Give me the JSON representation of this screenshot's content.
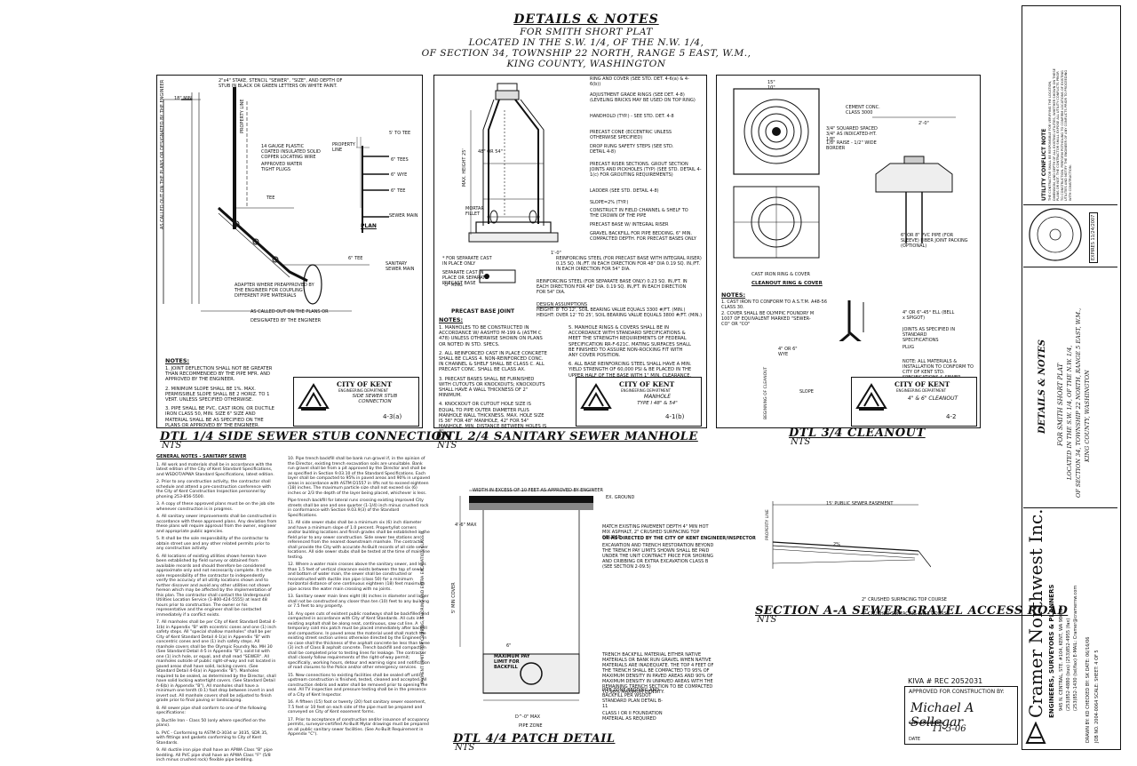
{
  "header": {
    "title": "DETAILS & NOTES",
    "line1": "FOR SMITH SHORT PLAT",
    "line2": "LOCATED IN THE S.W. 1/4, OF THE N.W. 1/4,",
    "line3": "OF SECTION 34, TOWNSHIP 22 NORTH, RANGE 5 EAST, W.M.,",
    "line4": "KING COUNTY, WASHINGTON"
  },
  "detail1": {
    "title": "DTL 1/4 SIDE SEWER STUB CONNECTION",
    "nts": "NTS",
    "labels": {
      "stake": "2\"x4\" STAKE, STENCIL \"SEWER\", \"SIZE\", AND DEPTH OF STUB IN BLACK OR GREEN LETTERS ON WHITE PAINT.",
      "min": "18\" MIN.",
      "called": "AS CALLED OUT ON THE PLANS OR DESIGNATED BY THE ENGINEER",
      "property_line": "PROPERTY LINE",
      "tee_5": "5' TO TEE",
      "wire": "14 GAUGE PLASTIC COATED INSULATED SOLID COPPER LOCATING WIRE",
      "fittings": "APPROVED WATER TIGHT PLUGS",
      "tees": "6\" TEES",
      "wye": "6\" WYE",
      "tee6": "6\" TEE",
      "tee": "TEE",
      "sewer_main": "SEWER MAIN",
      "plan": "PLAN",
      "tee_6b": "6\" TEE",
      "sanitary": "SANITARY SEWER MAIN",
      "adapter": "ADAPTER WHERE PREAPPROVED BY THE ENGINEER FOR COUPLING DIFFERENT PIPE MATERIALS",
      "bottom1": "AS CALLED OUT ON THE PLANS OR",
      "bottom2": "DESIGNATED BY THE ENGINEER"
    },
    "notes_title": "NOTES:",
    "notes": [
      "1. JOINT DEFLECTION SHALL NOT BE GREATER THAN RECOMMENDED BY THE PIPE MFR. AND APPROVED BY THE ENGINEER.",
      "2. MINIMUM SLOPE SHALL BE 1%. MAX. PERMISSIBLE SLOPE SHALL BE 2 HORIZ. TO 1 VERT. UNLESS SPECIFIED OTHERWISE.",
      "3. PIPE SHALL BE PVC, CAST IRON, OR DUCTILE IRON CLASS 50, MIN. SIZE 6\" SIZE AND MATERIAL SHALL BE AS SPECIFIED ON THE PLANS OR APPROVED BY THE ENGINEER."
    ],
    "titleblock": {
      "city": "CITY OF KENT",
      "dept": "ENGINEERING DEPARTMENT",
      "name": "SIDE SEWER STUB CONNECTION",
      "number": "4-3(a)"
    }
  },
  "detail2": {
    "title": "DTL 2/4 SANITARY SEWER MANHOLE",
    "nts": "NTS",
    "labels": {
      "ring": "RING AND COVER (SEE STD. DET. 4-6(a) & 4-6(b))",
      "adjust": "ADJUSTMENT GRADE RINGS (SEE DET. 4-8) (LEVELING BRICKS MAY BE USED ON TOP RING)",
      "handhold": "HANDHOLD (TYP.) - SEE STD. DET. 4-8",
      "cone": "PRECAST CONE (ECCENTRIC UNLESS OTHERWISE SPECIFIED)",
      "steps": "DROP RUNG SAFETY STEPS (SEE STD. DETAIL 4-8)",
      "riser": "PRECAST RISER SECTIONS. GROUT SECTION JOINTS AND PICKHOLES (TYP) (SEE STD. DETAIL 4-1(c) FOR GROUTING REQUIREMENTS)",
      "ladder": "LADDER (SEE STD. DETAIL 4-8)",
      "slope": "SLOPE=2% (TYP.)",
      "channel": "CONSTRUCT IN FIELD CHANNEL & SHELF TO THE CROWN OF THE PIPE",
      "base": "PRECAST BASE W/ INTEGRAL RISER",
      "gravel": "GRAVEL BACKFILL FOR PIPE BEDDING, 6\" MIN. COMPACTED DEPTH. FOR PRECAST BASES ONLY",
      "dim_48": "48\" OR 54\"",
      "mortar": "MORTAR FILLET",
      "dim_1": "1'-0\"",
      "maxd": "MAX. HEIGHT 25'",
      "reinf1": "REINFORCING STEEL (FOR PRECAST BASE WITH INTEGRAL RISER) 0.15 SQ. IN./FT. IN EACH DIRECTION FOR 48\" DIA 0.19 SQ. IN./FT. IN EACH DIRECTION FOR 54\" DIA.",
      "cast": "* FOR SEPARATE CAST IN PLACE ONLY",
      "sep": "SEPARATE CAST IN PLACE OR SEPARATE PRECAST BASE",
      "oring": "\"O\" RING",
      "reinf2": "REINFORCING STEEL (FOR SEPARATE BASE ONLY) 0.23 SQ. IN./FT. IN EACH DIRECTION FOR 48\" DIA. 0.19 SQ. IN./FT. IN EACH DIRECTION FOR 54\" DIA.",
      "pbase": "PRECAST BASE JOINT",
      "design": "DESIGN ASSUMPTIONS",
      "h1": "HEIGHT: 8' TO 12', SOIL BEARING VALUE EQUALS 3300 #/FT. (MIN.)",
      "h2": "HEIGHT: OVER 12' TO 25', SOIL BEARING VALUE EQUALS 3800 #/FT. (MIN.)"
    },
    "notes_title": "NOTES:",
    "notes_left": [
      "1. MANHOLES TO BE CONSTRUCTED IN ACCORDANCE W/ AASHTO M-199 & (ASTM C 478) UNLESS OTHERWISE SHOWN ON PLANS OR NOTED IN STD. SPECS.",
      "2. ALL REINFORCED CAST IN PLACE CONCRETE SHALL BE CLASS 4. NON-REINFORCED CONC. IN CHANNEL & SHELF SHALL BE CLASS C. ALL PRECAST CONC. SHALL BE CLASS AX.",
      "3. PRECAST BASES SHALL BE FURNISHED WITH CUTOUTS OR KNOCKOUTS; KNOCKOUTS SHALL HAVE A WALL THICKNESS OF 2\" MINIMUM.",
      "4. KNOCKOUT OR CUTOUT HOLE SIZE IS EQUAL TO PIPE OUTER DIAMETER PLUS MANHOLE WALL THICKNESS. MAX. HOLE SIZE IS 36\" FOR 48\" MANHOLE, 42\" FOR 54\" MANHOLE. MIN. DISTANCE BETWEEN HOLES IS 8\"."
    ],
    "notes_right": [
      "5. MANHOLE RINGS & COVERS SHALL BE IN ACCORDANCE WITH STANDARD SPECIFICATIONS & MEET THE STRENGTH REQUIREMENTS OF FEDERAL SPECIFICATION RR-F-621C. MATING SURFACES SHALL BE FINISHED TO ASSURE NON-ROCKING FIT WITH ANY COVER POSITION.",
      "6. ALL BASE REINFORCING STEEL SHALL HAVE A MIN. YIELD STRENGTH OF 60,000 PSI & BE PLACED IN THE UPPER HALF OF THE BASE WITH 1\" MIN. CLEARANCE."
    ],
    "titleblock": {
      "city": "CITY OF KENT",
      "dept": "ENGINEERING DEPARTMENT",
      "name": "MANHOLE",
      "sub": "TYPE I 48\" & 54\"",
      "number": "4-1(b)"
    }
  },
  "detail3": {
    "title": "DTL 3/4 CLEANOUT",
    "nts": "NTS",
    "labels": {
      "d15": "15\"",
      "d10": "10\"",
      "cement": "CEMENT CONC. CLASS 3000",
      "rebar": "3/4\" SQUARED SPACED 3/4\" AS INDICATED-HT. 1/8\"",
      "raise": "1/8\" RAISE - 1/2\" WIDE BORDER",
      "d2": "2'-0\"",
      "pvc": "6\" OR 8\" PVC PIPE (FOR SLEEVE) FIBER JOINT PACKING (OPTIONAL)",
      "ring": "CAST IRON RING & COVER",
      "cleanout": "CLEANOUT RING & COVER",
      "note1": "1. CAST IRON TO CONFORM TO A.S.T.M. A48-56 CLASS 30.",
      "note2": "2. COVER SHALL BE OLYMPIC FOUNDRY M 1007 OF EQUIVALENT MARKED \"SEWER-CO\" OR \"CO\"",
      "elbow": "4\" OR 6\"-45° ELL (BELL x SPIGOT)",
      "joints": "JOINTS AS SPECIFIED IN STANDARD SPECIFICATIONS",
      "plug": "PLUG",
      "wye": "4\" OR 6\" WYE",
      "slope": "SLOPE",
      "beginning": "BEGINNING OF CLEANOUT",
      "note": "NOTE: ALL MATERIALS & INSTALLATION TO CONFORM TO CITY OF KENT STD. SPECIFICATIONS & SEWER CODE."
    },
    "notes_title": "NOTES:",
    "titleblock": {
      "city": "CITY OF KENT",
      "dept": "ENGINEERING DEPARTMENT",
      "name": "4\" & 6\" CLEANOUT",
      "number": "4-2"
    }
  },
  "detail4": {
    "title": "DTL 4/4 PATCH DETAIL",
    "nts": "NTS",
    "labels": {
      "width": "WIDTH IN EXCESS OF 10 FEET AS APPROVED BY ENGINEER",
      "ground": "EX. GROUND",
      "match": "MATCH EXISTING PAVEMENT DEPTH 4\" MIN HOT MIX ASPHALT, 2\" CRUSHED SURFACING TOP COURSE",
      "directed": "OR AS DIRECTED BY THE CITY OF KENT ENGINEER/INSPECTOR",
      "exc": "EXCAVATION AND TRENCH RESTORATION BEYOND THE TRENCH PAY LIMITS SHOWN SHALL BE PAID UNDER THE UNIT CONTRACT PRICE FOR SHORING AND CRIBBING OR EXTRA EXCAVATION CLASS B (SEE SECTION 2-09.5)",
      "cover": "5' MIN COVER",
      "trench": "TRENCH BACKFILL MATERIAL EITHER NATIVE MATERIALS OR BANK RUN GRAVEL WHEN NATIVE MATERIALS ARE INADEQUATE. THE TOP 4 FEET OF THE TRENCH SHALL BE COMPACTED TO 95% OF MAXIMUM DENSITY IN PAVED AREAS AND 90% OF MAXIMUM DENSITY IN UNPAVED AREAS WITH THE REMAINING TRENCH SECTION TO BE COMPACTED TO 90% MAXIMUM DENSITY.",
      "pay": "MAXIMUM PAY LIMIT FOR BACKFILL",
      "pipezone": "PIPE ZONE BEDDING AND BACKFILL PER WSDOT STANDARD PLAN DETAIL B-11",
      "class": "CLASS I OR II FOUNDATION MATERIAL AS REQUIRED",
      "od": "D^-0\" MAX",
      "pz": "PIPE ZONE",
      "side": "PAYMENT LIMITS FOR CRIBBING, SHORING AND EXTRA EXCAVATION CLASS B",
      "d6": "6\"",
      "d46": "4'-6\" MAX"
    }
  },
  "section": {
    "title": "SECTION A-A SEWER GRAVEL ACCESS ROAD",
    "nts": "NTS",
    "easement": "15' PUBLIC SEWER EASEMENT",
    "prop": "PROPERTY LINE",
    "slope": "2%",
    "top": "2\" CRUSHED SURFACING TOP COURSE",
    "base": "4\" CRUSHED SURFACING BASE COURSE"
  },
  "general_notes": {
    "title": "GENERAL NOTES - SANITARY SEWER",
    "col1": [
      "1. All work and materials shall be in accordance with the latest edition of the City of Kent Standard Specifications, and WSDOT/APWA Standard Specifications, latest edition.",
      "2. Prior to any construction activity, the contractor shall schedule and attend a pre-construction conference with the City of Kent Construction Inspection personnel by phoning 253-856-5500.",
      "3. A copy of these approved plans must be on the job site whenever construction is in progress.",
      "4. All sanitary sewer improvements shall be constructed in accordance with these approved plans. Any deviation from these plans will require approval from the owner, engineer and appropriate public agencies.",
      "5. It shall be the sole responsibility of the contractor to obtain street use and any other related permits prior to any construction activity.",
      "6. All locations of existing utilities shown hereon have been established by field survey or obtained from available records and should therefore be considered approximate only and not necessarily complete. It is the sole responsibility of the contractor to independently verify the accuracy of all utility locations shown and to further discover and avoid any other utilities not shown hereon which may be affected by the implementation of this plan. The contractor shall contact the Underground Utilities Location Service (1-800-424-5555) at least 48 hours prior to construction. The owner or his representative and the engineer shall be contacted immediately if a conflict exists.",
      "7. All manholes shall be per City of Kent Standard Detail 4-1(b) in Appendix \"B\" with eccentric cones and one (1) inch safety steps. All \"special shallow manholes\" shall be per City of Kent Standard Detail 4-1(a) in Appendix \"B\" with concentric cones and one (1) inch safety steps. All manhole covers shall be the Olympic Foundry No. MH 30 (See Standard Detail 4-5 in Appendix \"B\"), solid lid with one (1) inch hole, or equal, and shall read \"SEWER\". All manholes outside of public right-of-way and not located in paved areas shall have solid, locking covers. (See Standard Detail 4-6(a) in Appendix \"B\"). Manholes required to be sealed, as determined by the Director, shall have solid locking watertight covers. (See Standard Detail 4-6(b) in Appendix \"B\"). All manholes shall have a minimum one tenth (0.1) foot drop between invert in and invert out. All manhole covers shall be adjusted to finish grade prior to final paving or landscaping.",
      "8. All sewer pipe shall conform to one of the following specifications:",
      "a. Ductile Iron - Class 50 (only where specified on the plans).",
      "b. PVC - Conforming to ASTM D-3034 or 3035, SDR 35, with fittings and gaskets conforming to City of Kent Standards.",
      "9. All ductile iron pipe shall have an APWA Class \"B\" pipe bedding. All PVC pipe shall have an APWA Class \"F\" (5/8 inch minus crushed rock) flexible pipe bedding."
    ],
    "col2": [
      "10. Pipe trench backfill shall be bank run gravel if, in the opinion of the Director, existing trench excavation soils are unsuitable. Bank run gravel shall be from a pit approved by the Director and shall be as specified in Section 9.03.10 of the Standard Specifications. Each layer shall be compacted to 95% in paved areas and 90% in unpaved areas in accordance with ASTM D1557 in lifts not to exceed eighteen (18) inches. The maximum particle size shall not exceed six (6) inches or 2/3 the depth of the layer being placed, whichever is less.",
      "Pipe trench backfill for lateral runs crossing existing improved City streets shall be one and one quarter (1-1/4) inch minus crushed rock in conformance with Section 9.03.9(3) of the Standard Specifications.",
      "11. All side sewer stubs shall be a minimum six (6) inch diameter and have a minimum slope of 1.0 percent. Property/lot corners and/or building locations and finish grades shall be established in the field prior to any sewer construction. Side sewer tee stations are referenced from the nearest downstream manhole. The contractor shall provide the City with accurate As-Built records of all side sewer locations. All side sewer stubs shall be tested at the time of main line testing.",
      "12. Where a water main crosses above the sanitary sewer, and less than 1.5 feet of vertical clearance exists between the top of sewer and bottom of water main, the sewer shall be constructed or reconstructed with ductile iron pipe (class 50) for a minimum horizontal distance of one continuous eighteen (18) feet maximum pipe across the water main crossing with no joints.",
      "13. Sanitary sewer main lines eight (8) inches in diameter and larger shall not be constructed any closer than ten (10) feet to any building or 7.5 feet to any property.",
      "14. Any open cuts of existent public roadways shall be backfilled and compacted in accordance with City of Kent Standards. All cuts into existing asphalt shall be along neat, continuous, saw cut line. A temporary cold mix patch must be placed immediately after backfill and compactions. In paved areas the material used shall match the existing street section unless otherwise directed by the Engineer. In no case shall the thickness of the asphalt concrete be less than three (3) inch of Class B asphalt concrete. Trench backfill and compaction shall be completed prior to testing lines for leakage. The contractor shall closely follow requirements of the right-of-way permit; specifically, working hours, detour and warning signs and notification of road closures to the Police and/or other emergency services.",
      "15. New connections to existing facilities shall be sealed off until upstream construction is finished, tested, cleaned and accepted. All construction debris and water shall be removed prior to opening the seal. All TV inspection and pressure testing shall be in the presence of a City of Kent Inspector.",
      "16. A fifteen (15) foot or twenty (20) foot sanitary sewer easement, 7.5 feet or 10 feet on each side of the pipe must be prepared and conveyed on City of Kent easement forms.",
      "17. Prior to acceptance of construction and/or issuance of occupancy permits, surveyor-certified As-Built Mylar drawings must be prepared on all public sanitary sewer facilities. (See As-Built Requirement in Appendix \"C\")."
    ]
  },
  "approval": {
    "kiva": "KIVA #   REC 2052031",
    "approved": "APPROVED FOR CONSTRUCTION BY:",
    "signature": "Michael A Sellegar",
    "city_engineer": "CITY ENGINEER",
    "date_value": "11-3-06",
    "date_label": "DATE"
  },
  "right_block": {
    "utility_title": "UTILITY CONFLICT NOTE",
    "utility_text": "THE CONTRACTOR SHALL BE RESPONSIBLE FOR VERIFYING THE LOCATION, DIMENSION, AND DEPTH OF ALL EXISTING UTILITIES, WHETHER SHOWN ON THESE PLANS OR NOT. THE CONTRACTOR SHALL EXPOSE ALL UTILITY CONFLICTS PRIOR TO CONSTRUCTION. PERFORM POTHOLING TO CONFIRM LOCATIONS OF EXISTING UTILITIES AND NOTIFY THE ENGINEER OF ANY CONFLICTS PRIOR TO PROCEEDING WITH CONSTRUCTION.",
    "expires": "EXPIRES 11/24/2007",
    "sheet_title": "DETAILS & NOTES",
    "sheet_for": "FOR SMITH SHORT PLAT",
    "sheet_loc1": "LOCATED IN THE S.W. 1/4, OF THE N.W. 1/4,",
    "sheet_loc2": "OF SECTION 34, TOWNSHIP 22 NORTH, RANGE 5 EAST, W.M.,",
    "sheet_loc3": "KING COUNTY, WASHINGTON",
    "firm": "Cramer Northwest Inc.",
    "firm_sub": "ENGINEERS,   SURVEYORS   &   PLANNERS",
    "firm_addr": "945 N. CENTRAL, STE. #104, KENT, WA 98032",
    "firm_phone": "(253)852-4880 (bus) (253)852-4955 (fax)",
    "firm_mail": "(253)852-1430 (tel/fax) E-MAIL: Cramer@cramernw.com",
    "drawn": "DRAWN BY: KD   CHECKED BY: SK   DATE: 06/16/06",
    "job": "JOB NO. 2004-0064   SCALE:   SHEET: 4 OF 5"
  }
}
